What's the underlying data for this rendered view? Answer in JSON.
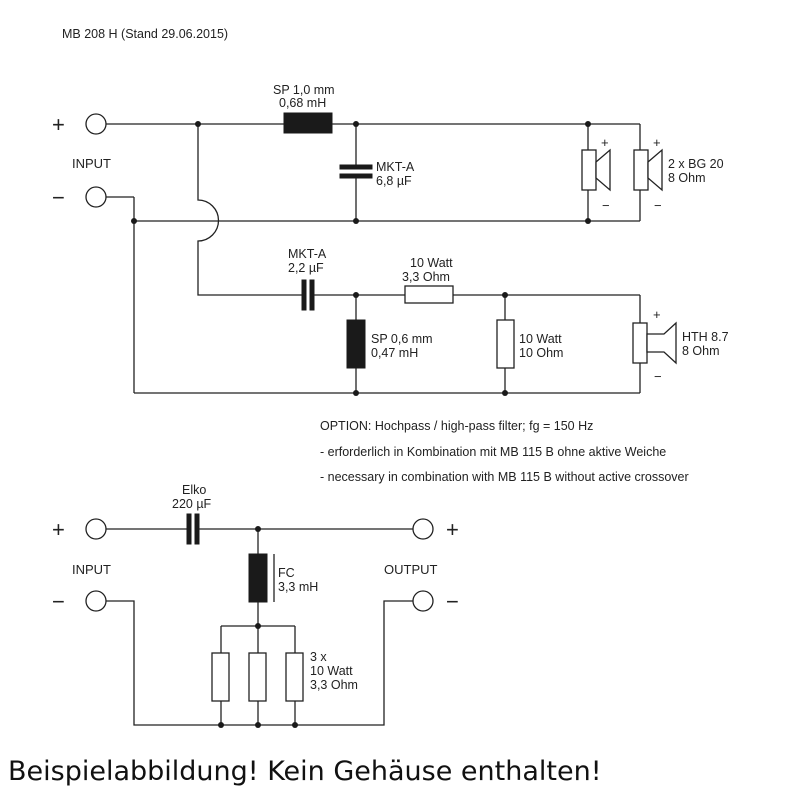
{
  "title": "MB 208 H (Stand 29.06.2015)",
  "main_circuit": {
    "input_label": "INPUT",
    "plus_sign": "+",
    "minus_sign": "−",
    "coil_series": {
      "line1": "SP 1,0 mm",
      "line2": "0,68 mH"
    },
    "cap_shunt": {
      "line1": "MKT-A",
      "line2": "6,8 µF"
    },
    "woofers": {
      "line1": "2 x BG 20",
      "line2": "8 Ohm"
    },
    "cap_tweeter": {
      "line1": "MKT-A",
      "line2": "2,2 µF"
    },
    "resistor_series": {
      "line1": "10 Watt",
      "line2": "3,3 Ohm"
    },
    "coil_tweeter": {
      "line1": "SP 0,6 mm",
      "line2": "0,47 mH"
    },
    "resistor_shunt": {
      "line1": "10 Watt",
      "line2": "10 Ohm"
    },
    "tweeter": {
      "line1": "HTH 8.7",
      "line2": "8 Ohm"
    }
  },
  "option_text": {
    "line1": "OPTION: Hochpass / high-pass filter; fg = 150 Hz",
    "line2": "- erforderlich in Kombination mit MB 115 B ohne aktive Weiche",
    "line3": "- necessary in combination with MB 115 B without active crossover"
  },
  "highpass": {
    "input_label": "INPUT",
    "output_label": "OUTPUT",
    "elko": {
      "line1": "Elko",
      "line2": "220 µF"
    },
    "coil": {
      "line1": "FC",
      "line2": "3,3 mH"
    },
    "resistors": {
      "line1": "3 x",
      "line2": "10 Watt",
      "line3": "3,3 Ohm"
    }
  },
  "footer_note": "Beispielabbildung! Kein Gehäuse enthalten!"
}
